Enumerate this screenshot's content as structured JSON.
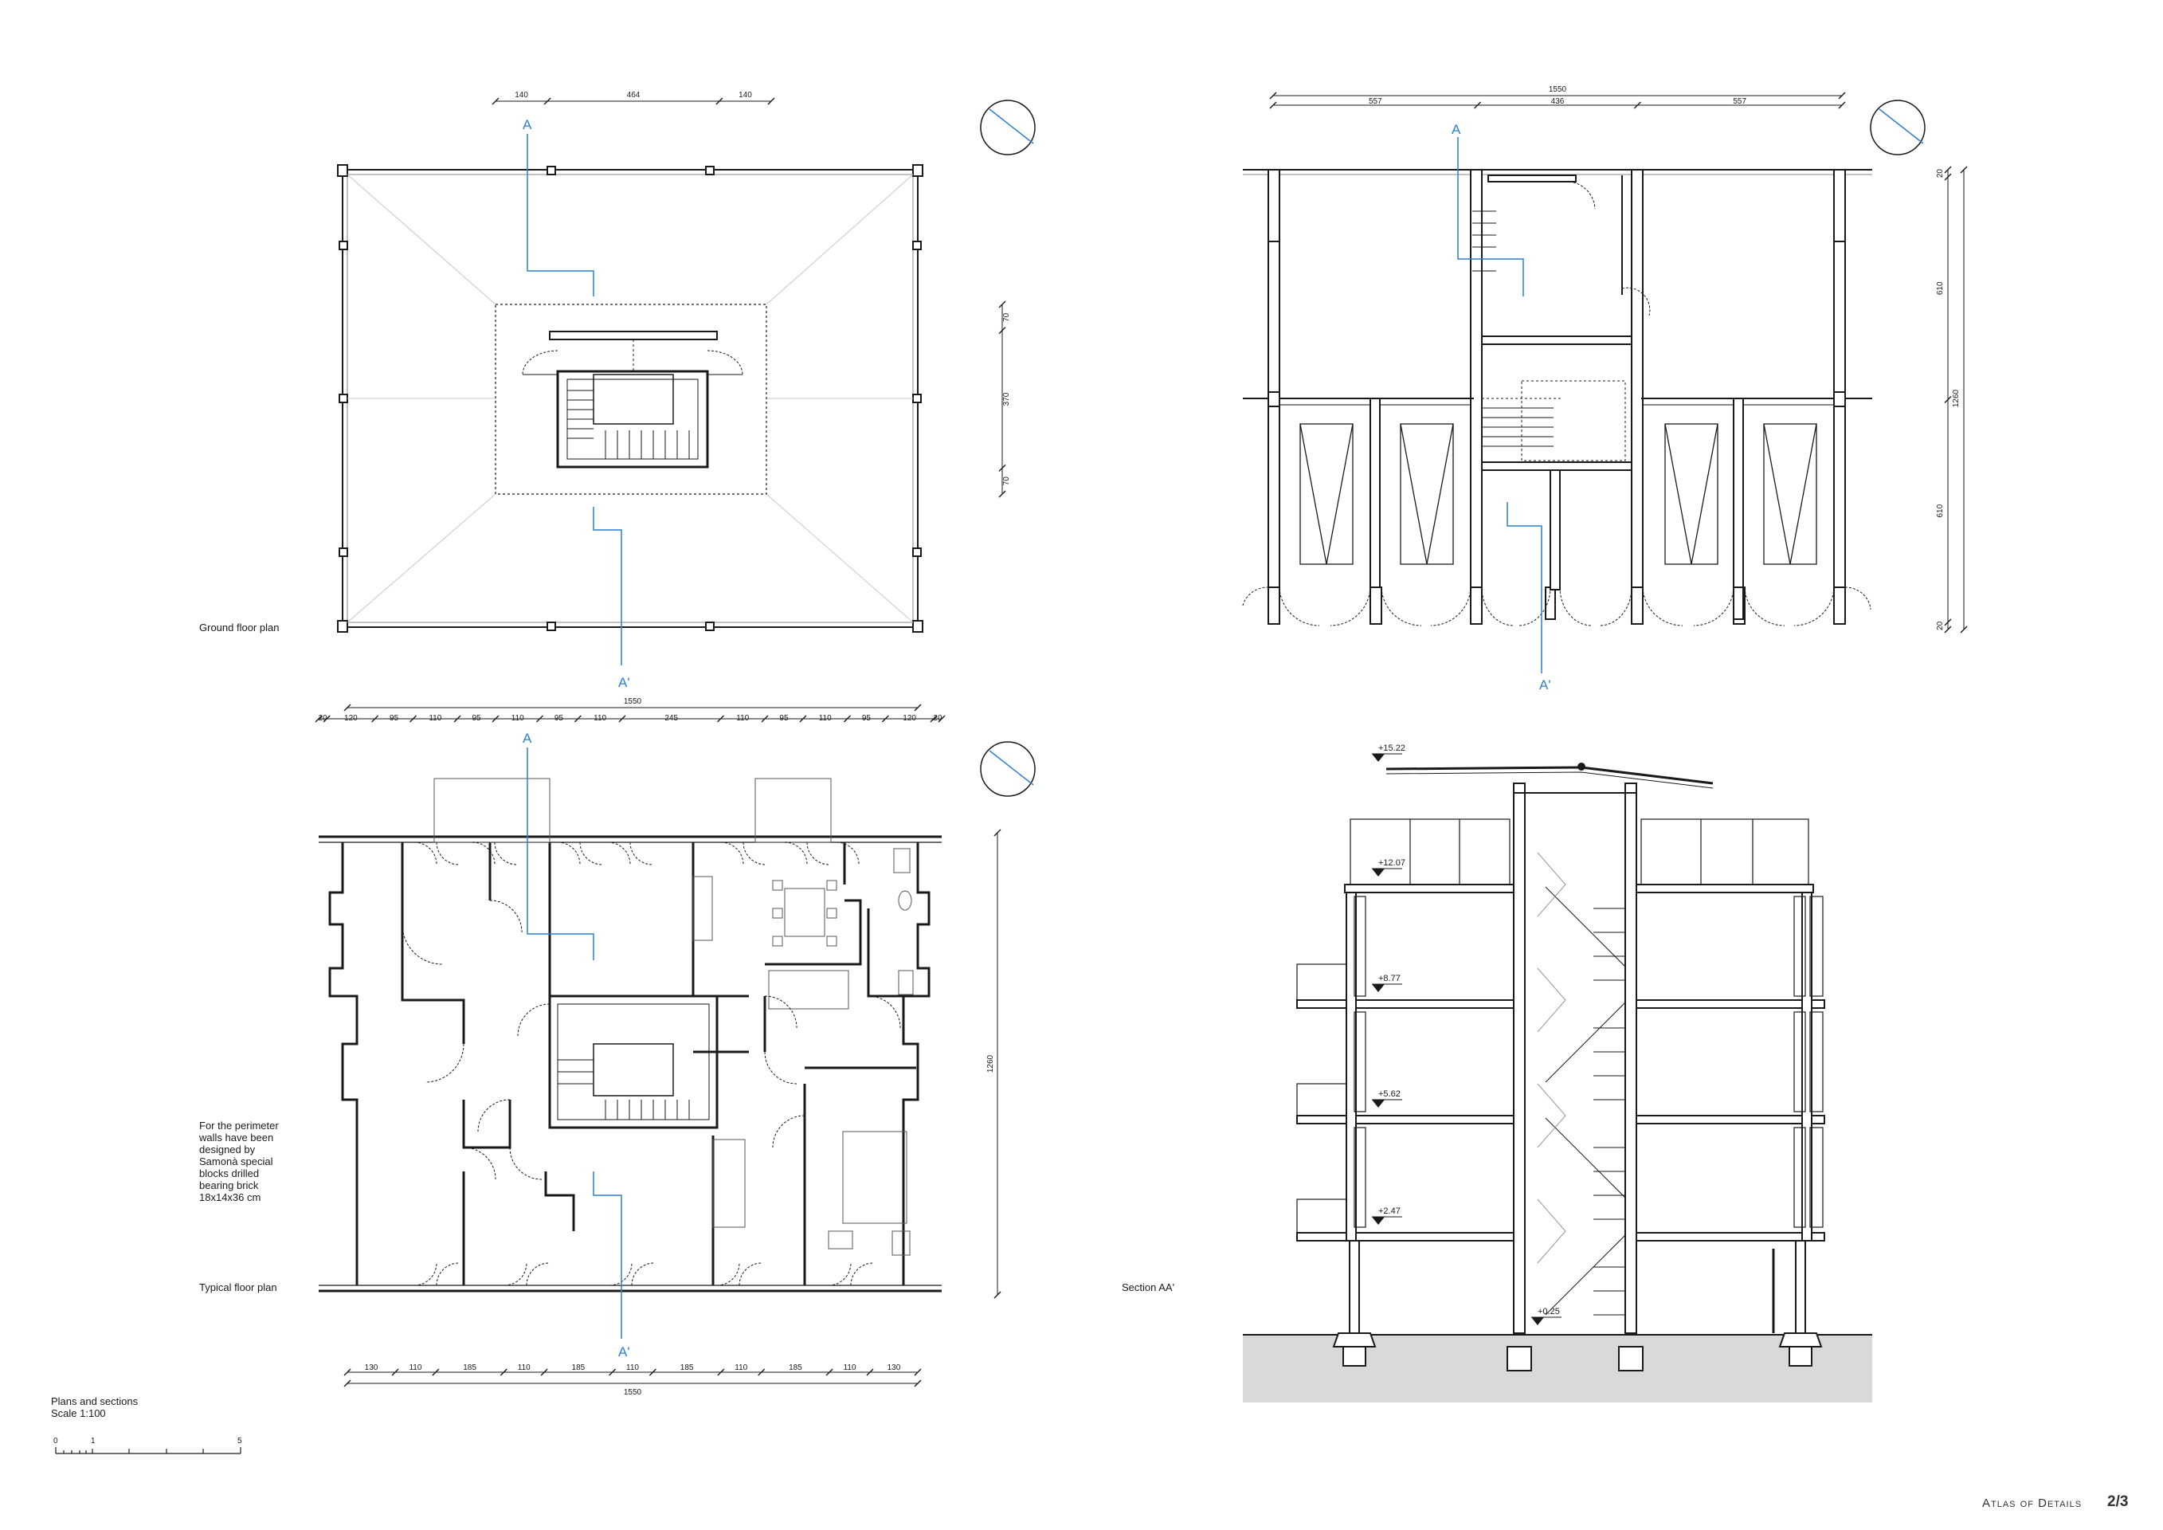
{
  "labels": {
    "ground_floor": "Ground floor plan",
    "typical_floor": "Typical floor plan",
    "section": "Section AA'",
    "plans_sections": "Plans and sections",
    "scale": "Scale 1:100"
  },
  "note_lines": [
    "For the perimeter",
    "walls have been",
    "designed by",
    "Samonà special",
    "blocks drilled",
    "bearing brick",
    "18x14x36 cm"
  ],
  "section_marks": {
    "start": "A",
    "end": "A'"
  },
  "scale_bar": {
    "zero": "0",
    "one": "1",
    "five": "5"
  },
  "dims": {
    "gf_top": [
      "140",
      "464",
      "140"
    ],
    "gf_right": [
      "70",
      "370",
      "70"
    ],
    "sp_total": "1550",
    "sp_parts": [
      "557",
      "436",
      "557"
    ],
    "sp_right": [
      "20",
      "610",
      "1260",
      "610",
      "20"
    ],
    "tf_total": "1550",
    "tf_top": [
      "20",
      "120",
      "95",
      "110",
      "95",
      "110",
      "95",
      "110",
      "245",
      "110",
      "95",
      "110",
      "95",
      "120",
      "20"
    ],
    "tf_right": "1260",
    "tf_bottom": [
      "130",
      "110",
      "185",
      "110",
      "185",
      "110",
      "185",
      "110",
      "185",
      "110",
      "130"
    ],
    "tf_bottom_total": "1550"
  },
  "levels": [
    "+15.22",
    "+12.07",
    "+8.77",
    "+5.62",
    "+2.47",
    "+0.25"
  ],
  "footer": {
    "title": "Atlas of Details",
    "page": "2/3"
  },
  "colors": {
    "line": "#1a1a1a",
    "light": "#9a9a9a",
    "section_line": "#2f7fd0",
    "ground": "#d9d9d9"
  }
}
